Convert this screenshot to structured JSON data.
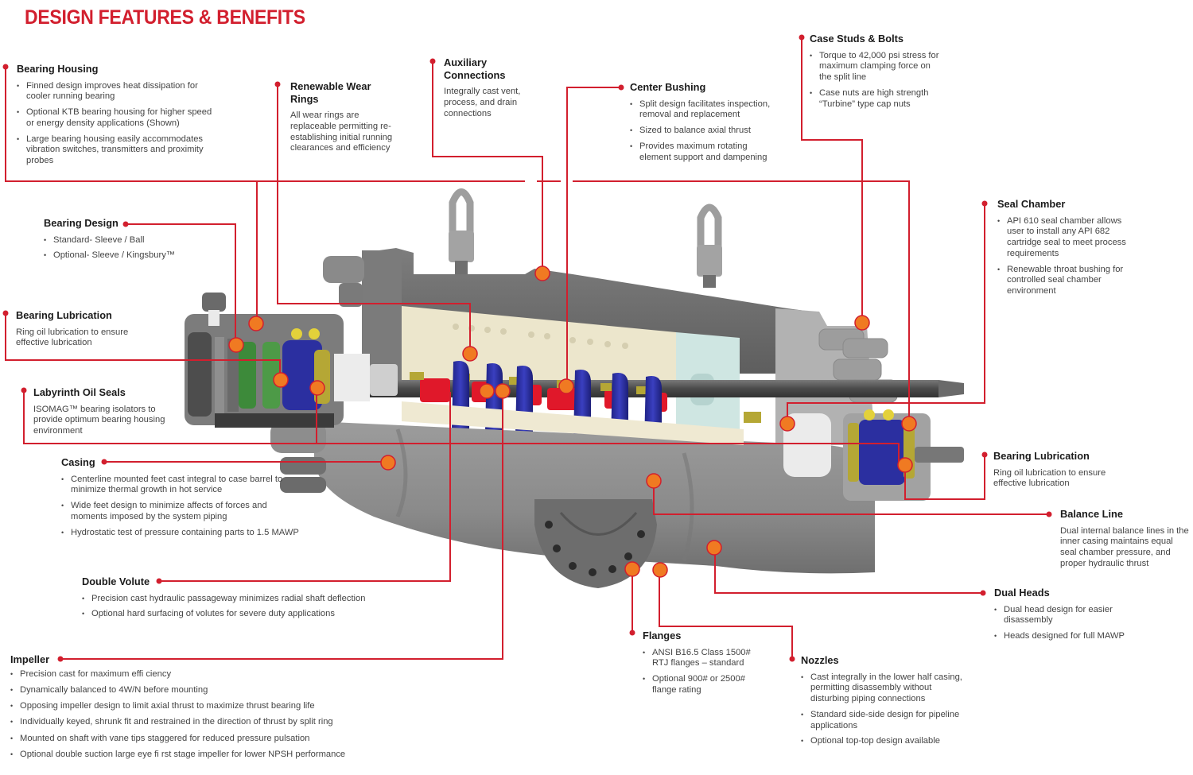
{
  "title": "DESIGN FEATURES & BENEFITS",
  "colors": {
    "accent_red": "#d21f2e",
    "marker_orange": "#f07a22",
    "casing_gray": "#8c8c8c",
    "impeller_blue": "#2b2fa0",
    "sleeve_red": "#e0182a",
    "inner_case_cream": "#ece6cc",
    "seal_chamber_teal": "#cfe6e2"
  },
  "callouts": {
    "bearing_housing": {
      "title": "Bearing Housing",
      "bullets": [
        "Finned design improves heat dissipation for cooler running bearing",
        "Optional KTB bearing housing for higher speed or energy density applications (Shown)",
        "Large bearing housing easily accommodates vibration switches, transmitters and proximity probes"
      ]
    },
    "renewable_wear_rings": {
      "title": "Renewable Wear Rings",
      "text": "All wear rings are replaceable permitting re-establishing initial running clearances and efficiency"
    },
    "auxiliary_connections": {
      "title": "Auxiliary Connections",
      "text": "Integrally cast vent, process, and drain connections"
    },
    "center_bushing": {
      "title": "Center Bushing",
      "bullets": [
        "Split design facilitates inspection, removal and replacement",
        "Sized to balance axial thrust",
        "Provides maximum rotating element support and dampening"
      ]
    },
    "case_studs_bolts": {
      "title": "Case Studs & Bolts",
      "bullets": [
        "Torque to 42,000 psi stress for maximum clamping force on the split line",
        "Case nuts are high strength “Turbine” type cap nuts"
      ]
    },
    "seal_chamber": {
      "title": "Seal Chamber",
      "bullets": [
        "API 610 seal chamber allows user to install any API 682 cartridge seal to meet process requirements",
        "Renewable throat bushing for controlled seal chamber environment"
      ]
    },
    "bearing_design": {
      "title": "Bearing Design",
      "bullets": [
        "Standard- Sleeve / Ball",
        "Optional- Sleeve / Kingsbury™"
      ]
    },
    "bearing_lubrication_left": {
      "title": "Bearing Lubrication",
      "text": "Ring oil lubrication to ensure effective lubrication"
    },
    "labyrinth_oil_seals": {
      "title": "Labyrinth Oil Seals",
      "text": "ISOMAG™ bearing isolators to provide optimum bearing housing environment"
    },
    "casing": {
      "title": "Casing",
      "bullets": [
        "Centerline mounted feet cast integral to case barrel to minimize thermal growth in hot service",
        "Wide feet design to minimize affects of forces and moments imposed by the system piping",
        "Hydrostatic test of pressure containing parts to 1.5 MAWP"
      ]
    },
    "double_volute": {
      "title": "Double Volute",
      "bullets": [
        "Precision cast hydraulic passageway minimizes radial shaft deflection",
        "Optional hard surfacing of volutes for severe duty applications"
      ]
    },
    "impeller": {
      "title": "Impeller",
      "bullets": [
        "Precision cast for maximum effi ciency",
        "Dynamically balanced to 4W/N before mounting",
        "Opposing impeller design to limit axial thrust to maximize thrust bearing life",
        "Individually keyed, shrunk fit and restrained in the direction of thrust by split ring",
        "Mounted on shaft with vane tips staggered for reduced pressure pulsation",
        "Optional double suction large eye fi rst stage impeller for lower NPSH performance"
      ]
    },
    "bearing_lubrication_right": {
      "title": "Bearing Lubrication",
      "text": "Ring oil lubrication to ensure effective lubrication"
    },
    "balance_line": {
      "title": "Balance Line",
      "text": "Dual internal balance lines in the inner casing maintains equal seal chamber pressure, and proper hydraulic thrust"
    },
    "dual_heads": {
      "title": "Dual Heads",
      "bullets": [
        "Dual head design for easier disassembly",
        "Heads designed for full MAWP"
      ]
    },
    "flanges": {
      "title": "Flanges",
      "bullets": [
        "ANSI B16.5 Class 1500# RTJ flanges – standard",
        "Optional 900# or 2500# flange rating"
      ]
    },
    "nozzles": {
      "title": "Nozzles",
      "bullets": [
        "Cast integrally in the lower half casing, permitting disassembly without disturbing piping connections",
        "Standard side-side design for pipeline applications",
        "Optional top-top design available"
      ]
    }
  }
}
